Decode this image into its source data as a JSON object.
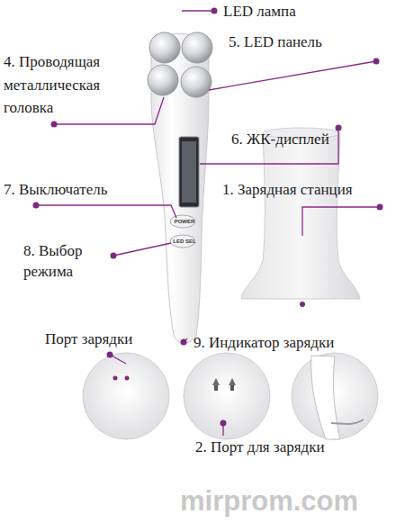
{
  "diagram": {
    "labels": [
      "LED лампа",
      "5. LED панель",
      "4. Проводящая металлическая головка",
      "6. ЖК-дисплей",
      "7. Выключатель",
      "1. Зарядная станция",
      "POWER",
      "LED SEL",
      "8. Выбор режима",
      "Порт зарядки",
      "9. Индикатор зарядки",
      "2. Порт для зарядки",
      "mirprom.com"
    ]
  }
}
